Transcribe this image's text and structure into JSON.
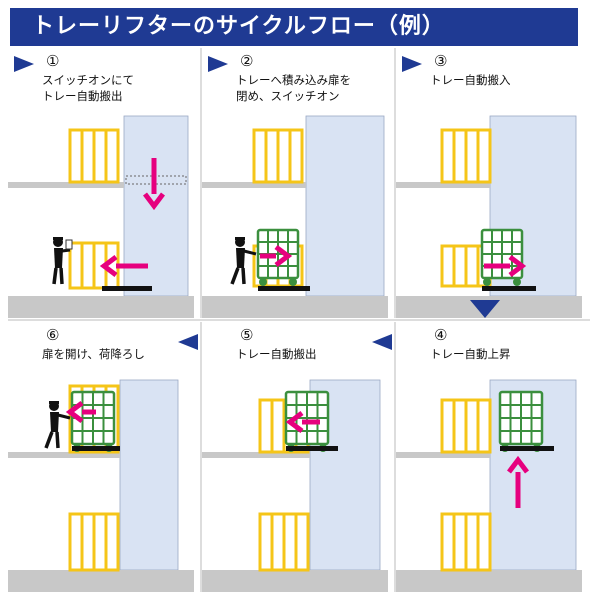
{
  "title": "トレーリフターのサイクルフロー（例）",
  "steps": [
    {
      "num": "①",
      "lines": [
        "スイッチオンにて",
        "トレー自動搬出"
      ]
    },
    {
      "num": "②",
      "lines": [
        "トレーへ積み込み扉を",
        "閉め、スイッチオン"
      ]
    },
    {
      "num": "③",
      "lines": [
        "トレー自動搬入"
      ]
    },
    {
      "num": "④",
      "lines": [
        "トレー自動上昇"
      ]
    },
    {
      "num": "⑤",
      "lines": [
        "トレー自動搬出"
      ]
    },
    {
      "num": "⑥",
      "lines": [
        "扉を開け、荷降ろし"
      ]
    }
  ],
  "colors": {
    "title_bg": "#1f3a93",
    "shaft": "#d9e3f3",
    "crate": "#f5c518",
    "cart": "#3b8f3e",
    "arrow": "#e6007e",
    "floor": "#c8c8c8",
    "flow": "#1f3a93"
  }
}
